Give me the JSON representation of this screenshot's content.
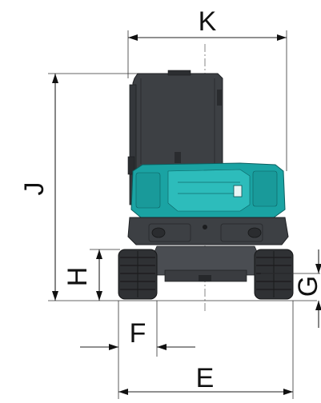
{
  "diagram": {
    "labels": {
      "K": "K",
      "J": "J",
      "H": "H",
      "G": "G",
      "F": "F",
      "E": "E"
    },
    "colors": {
      "machine_body": "#3d4044",
      "cover_teal": "#1aa3a3",
      "tracks": "#2f3134",
      "dimension_lines": "#222222"
    }
  }
}
